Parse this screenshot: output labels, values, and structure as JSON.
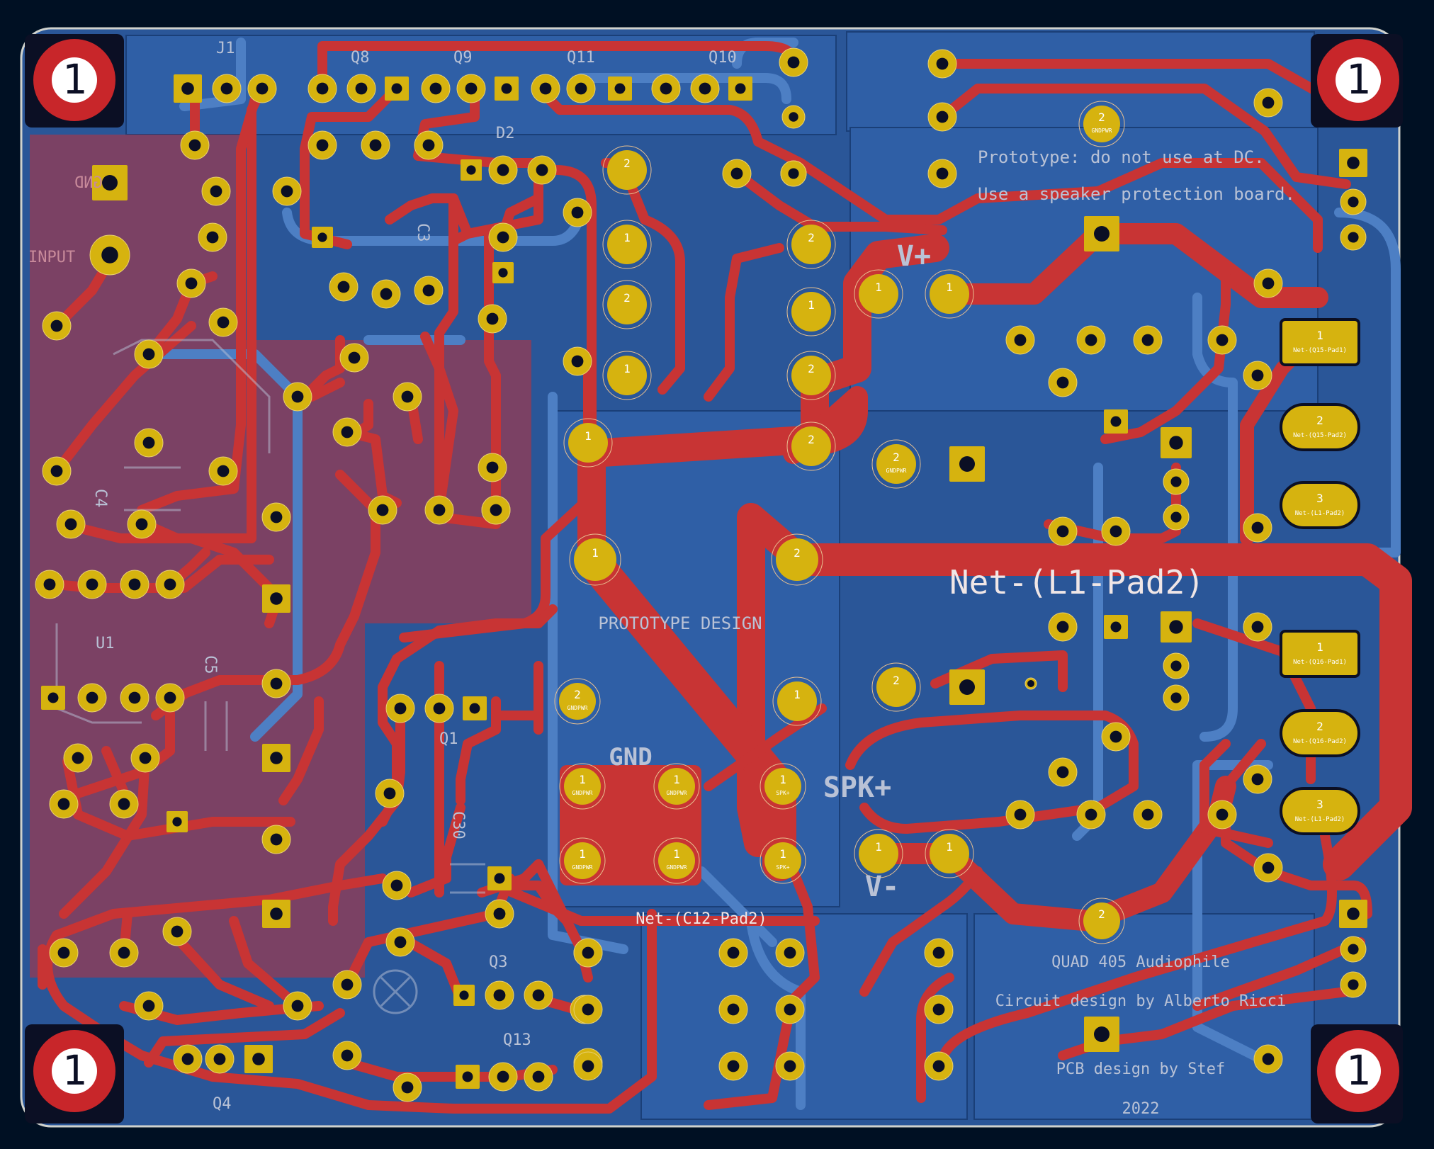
{
  "colors": {
    "background": "#001023",
    "board_fill": "#2a5698",
    "front_copper": "#c83434",
    "back_copper": "#4d7fc4",
    "bottom_silk": "#b9c2d6",
    "pad": "#d6b30f",
    "pad_hole": "#0b0f24",
    "edge": "#d0d2cd",
    "mount_pad": "#c8262a",
    "mount_ring": "#ffffff",
    "mount_text": "#0b0f24"
  },
  "mounts": [
    "1",
    "1",
    "1",
    "1"
  ],
  "net_labels": {
    "l1_pad2_big": "Net-(L1-Pad2)",
    "c12_pad2": "Net-(C12-Pad2)",
    "q15_pad1": "Net-(Q15-Pad1)",
    "q15_pad2": "Net-(Q15-Pad2)",
    "l1_pad2_small": "Net-(L1-Pad2)",
    "q16_pad1": "Net-(Q16-Pad1)",
    "q16_pad2": "Net-(Q16-Pad2)",
    "l1_pad2_small_b": "Net-(L1-Pad2)",
    "gndpwr": "GNDPWR",
    "gnd": "GND",
    "spk_pad": "SPK+"
  },
  "pin_numbers": {
    "one": "1",
    "two": "2",
    "three": "3"
  },
  "silk": {
    "gnd_label": "GND",
    "input_label": "INPUT",
    "gnd_large": "GND",
    "spk_plus": "SPK+",
    "v_plus": "V+",
    "v_minus": "V-",
    "prototype": "PROTOTYPE DESIGN",
    "note_line1": "Prototype: do not use at DC.",
    "note_line2": "Use a speaker protection board.",
    "credit_line1": "QUAD 405 Audiophile",
    "credit_line2": "Circuit design by Alberto Ricci",
    "credit_line3": "PCB design by Stef",
    "credit_line4": "2022",
    "ref_c3": "C3",
    "ref_c4": "C4",
    "ref_c5": "C5",
    "ref_c30": "C30",
    "ref_d2": "D2",
    "ref_q3": "Q3",
    "ref_q13": "Q13",
    "ref_q1": "Q1",
    "ref_q4": "Q4",
    "ref_u1": "U1",
    "ref_q8": "Q8",
    "ref_q9": "Q9",
    "ref_q11": "Q11",
    "ref_q10": "Q10",
    "ref_j1": "J1"
  }
}
